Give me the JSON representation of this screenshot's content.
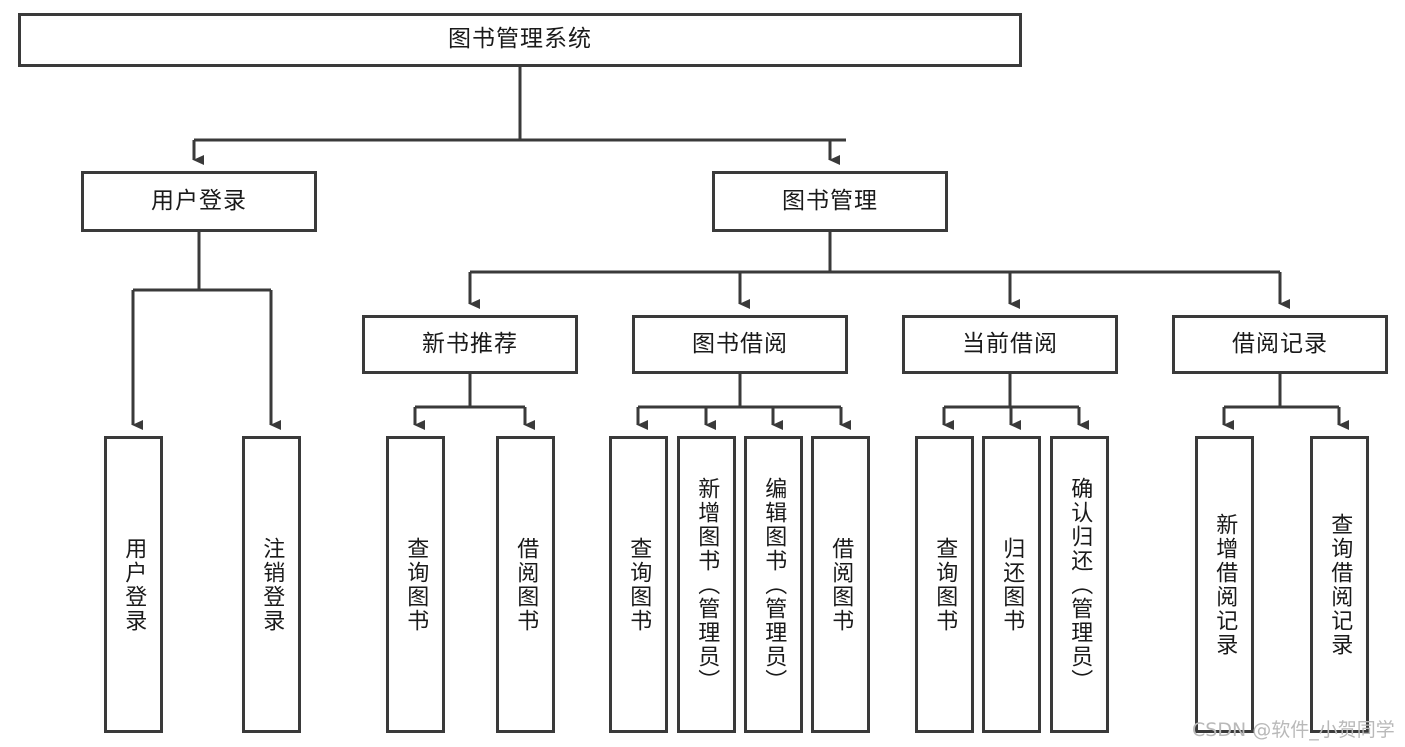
{
  "diagram": {
    "type": "tree-hierarchy",
    "title": "图书管理系统",
    "root": {
      "label": "图书管理系统"
    },
    "level1": [
      {
        "label": "用户登录"
      },
      {
        "label": "图书管理"
      }
    ],
    "level2": [
      {
        "label": "新书推荐"
      },
      {
        "label": "图书借阅"
      },
      {
        "label": "当前借阅"
      },
      {
        "label": "借阅记录"
      }
    ],
    "leaves": {
      "user_login": [
        {
          "label": "用户登录"
        },
        {
          "label": "注销登录"
        }
      ],
      "new_book_recommend": [
        {
          "label": "查询图书"
        },
        {
          "label": "借阅图书"
        }
      ],
      "book_borrow": [
        {
          "label": "查询图书"
        },
        {
          "label": "新增图书（管理员）"
        },
        {
          "label": "编辑图书（管理员）"
        },
        {
          "label": "借阅图书"
        }
      ],
      "current_borrow": [
        {
          "label": "查询图书"
        },
        {
          "label": "归还图书"
        },
        {
          "label": "确认归还（管理员）"
        }
      ],
      "borrow_record": [
        {
          "label": "新增借阅记录"
        },
        {
          "label": "查询借阅记录"
        }
      ]
    }
  },
  "watermark": {
    "text": "CSDN @软件_小贺同学"
  },
  "colors": {
    "stroke": "#3a3a3a",
    "text": "#1a1a1a",
    "background": "#ffffff",
    "watermark": "#b9b9b9"
  }
}
